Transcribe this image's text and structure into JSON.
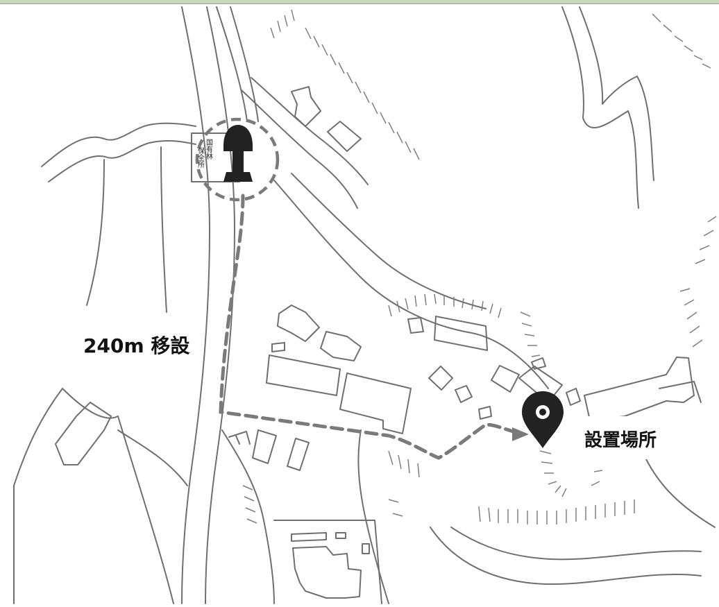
{
  "map": {
    "distance_label": "240m 移設",
    "destination_label": "設置場所",
    "origin_sign_texts": [
      "国有林",
      "保全所"
    ],
    "colors": {
      "line": "#6f6f6f",
      "route": "#7a7a7a",
      "marker": "#222222",
      "background": "#ffffff",
      "top_strip": "#c9d7bf"
    },
    "icons": {
      "origin": "relocation-origin-icon",
      "destination": "location-pin-icon",
      "route": "dashed-route-arrow"
    }
  }
}
